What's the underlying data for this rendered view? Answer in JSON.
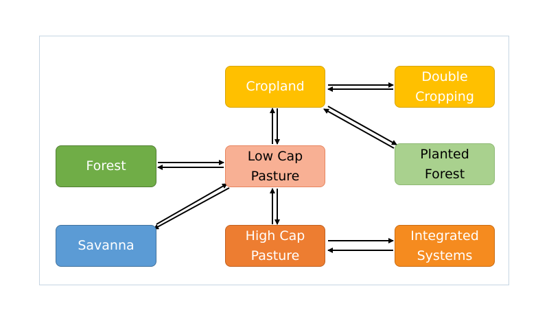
{
  "nodes": {
    "cropland": {
      "label": "Cropland",
      "fill": "#FFC000",
      "border": "#D6A300",
      "text": "#FFFFFF"
    },
    "double": {
      "label": "Double\nCropping",
      "fill": "#FFC000",
      "border": "#D6A300",
      "text": "#FFFFFF"
    },
    "forest": {
      "label": "Forest",
      "fill": "#70AD47",
      "border": "#507E32",
      "text": "#FFFFFF"
    },
    "lowcap": {
      "label": "Low Cap\nPasture",
      "fill": "#F8B094",
      "border": "#E6845E",
      "text": "#000000"
    },
    "planted": {
      "label": "Planted\nForest",
      "fill": "#A9D18E",
      "border": "#8DB873",
      "text": "#000000"
    },
    "savanna": {
      "label": "Savanna",
      "fill": "#5B9BD5",
      "border": "#41719C",
      "text": "#FFFFFF"
    },
    "highcap": {
      "label": "High Cap\nPasture",
      "fill": "#ED7D31",
      "border": "#C05F1E",
      "text": "#FFFFFF"
    },
    "integrated": {
      "label": "Integrated\nSystems",
      "fill": "#F58B1F",
      "border": "#C96A10",
      "text": "#FFFFFF"
    }
  },
  "edges": [
    {
      "from": "cropland",
      "to": "double",
      "bidirectional": true
    },
    {
      "from": "cropland",
      "to": "planted",
      "bidirectional": true
    },
    {
      "from": "cropland",
      "to": "lowcap",
      "bidirectional": true
    },
    {
      "from": "forest",
      "to": "lowcap",
      "bidirectional": true
    },
    {
      "from": "savanna",
      "to": "lowcap",
      "bidirectional": true
    },
    {
      "from": "lowcap",
      "to": "highcap",
      "bidirectional": true
    },
    {
      "from": "highcap",
      "to": "integrated",
      "bidirectional": true
    }
  ],
  "colors": {
    "arrow": "#000000",
    "frame": "#C5D5E2"
  }
}
